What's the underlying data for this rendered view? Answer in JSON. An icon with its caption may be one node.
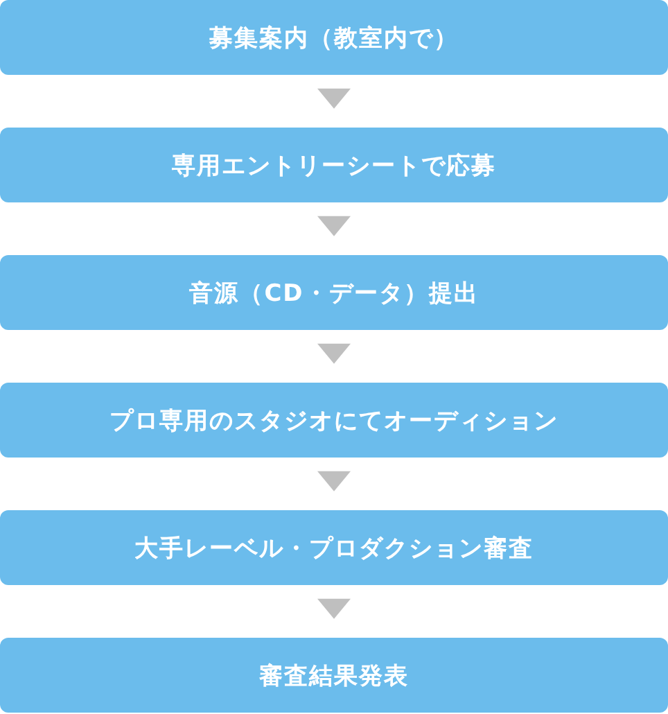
{
  "diagram": {
    "nodes": [
      {
        "text": [
          "募集案内（教室内で）"
        ]
      },
      {
        "text": [
          "専用エントリーシートで応募"
        ]
      },
      {
        "text": [
          "音源（CD・データ）提出"
        ]
      },
      {
        "text": [
          "プロ専用のスタジオにてオーディション"
        ]
      },
      {
        "text": [
          "大手レーベル・プロダクション審査"
        ]
      },
      {
        "text": [
          "審査結果発表"
        ]
      }
    ],
    "edges": [
      {
        "from": 0,
        "to": 1,
        "arrow": "to"
      },
      {
        "from": 1,
        "to": 2,
        "arrow": "to"
      },
      {
        "from": 2,
        "to": 3,
        "arrow": "to"
      },
      {
        "from": 3,
        "to": 4,
        "arrow": "to"
      },
      {
        "from": 4,
        "to": 5,
        "arrow": "to"
      }
    ]
  }
}
